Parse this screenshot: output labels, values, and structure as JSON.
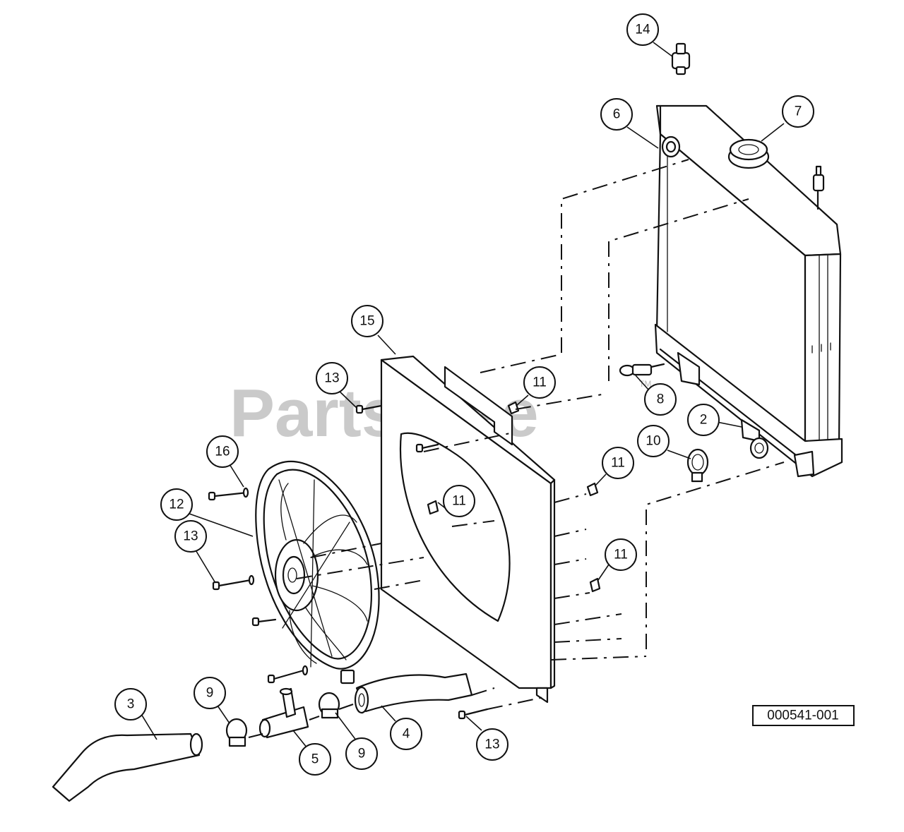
{
  "watermark": {
    "text": "PartsTree",
    "tm": "TM"
  },
  "diagram_code": "000541-001",
  "callouts": [
    {
      "id": "c14",
      "label": "14"
    },
    {
      "id": "c6",
      "label": "6"
    },
    {
      "id": "c7",
      "label": "7"
    },
    {
      "id": "c15",
      "label": "15"
    },
    {
      "id": "c13a",
      "label": "13"
    },
    {
      "id": "c11a",
      "label": "11"
    },
    {
      "id": "c8",
      "label": "8"
    },
    {
      "id": "c2",
      "label": "2"
    },
    {
      "id": "c10",
      "label": "10"
    },
    {
      "id": "c16",
      "label": "16"
    },
    {
      "id": "c11b",
      "label": "11"
    },
    {
      "id": "c12",
      "label": "12"
    },
    {
      "id": "c11c",
      "label": "11"
    },
    {
      "id": "c13b",
      "label": "13"
    },
    {
      "id": "c11d",
      "label": "11"
    },
    {
      "id": "c3",
      "label": "3"
    },
    {
      "id": "c9a",
      "label": "9"
    },
    {
      "id": "c5",
      "label": "5"
    },
    {
      "id": "c9b",
      "label": "9"
    },
    {
      "id": "c4",
      "label": "4"
    },
    {
      "id": "c13c",
      "label": "13"
    }
  ]
}
